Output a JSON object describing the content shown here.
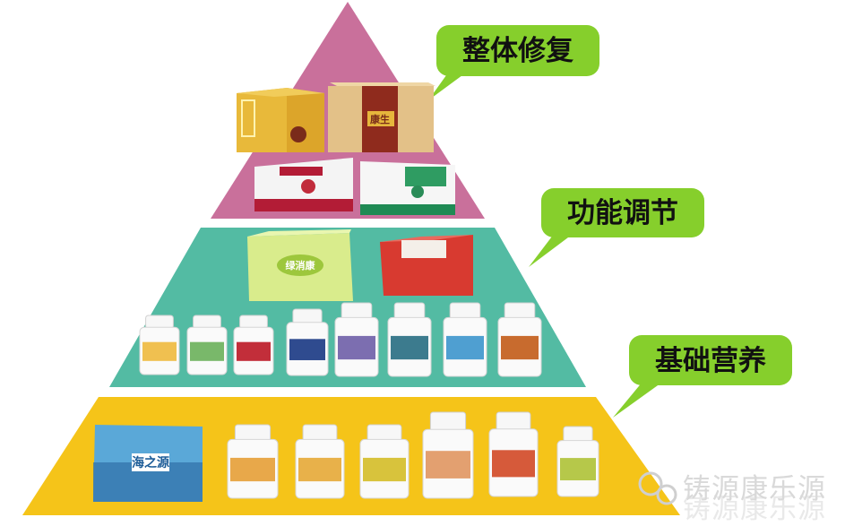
{
  "tiers": [
    {
      "label": "整体修复",
      "color": "#c9709b"
    },
    {
      "label": "功能调节",
      "color": "#53bba3"
    },
    {
      "label": "基础营养",
      "color": "#f5c419"
    }
  ],
  "bubble_color": "#86cf2c",
  "product_text": {
    "box_kangsheng": "康生",
    "box_haizhiyuan": "海之源",
    "box_green": "绿消康"
  },
  "watermark": "铸源康乐源"
}
